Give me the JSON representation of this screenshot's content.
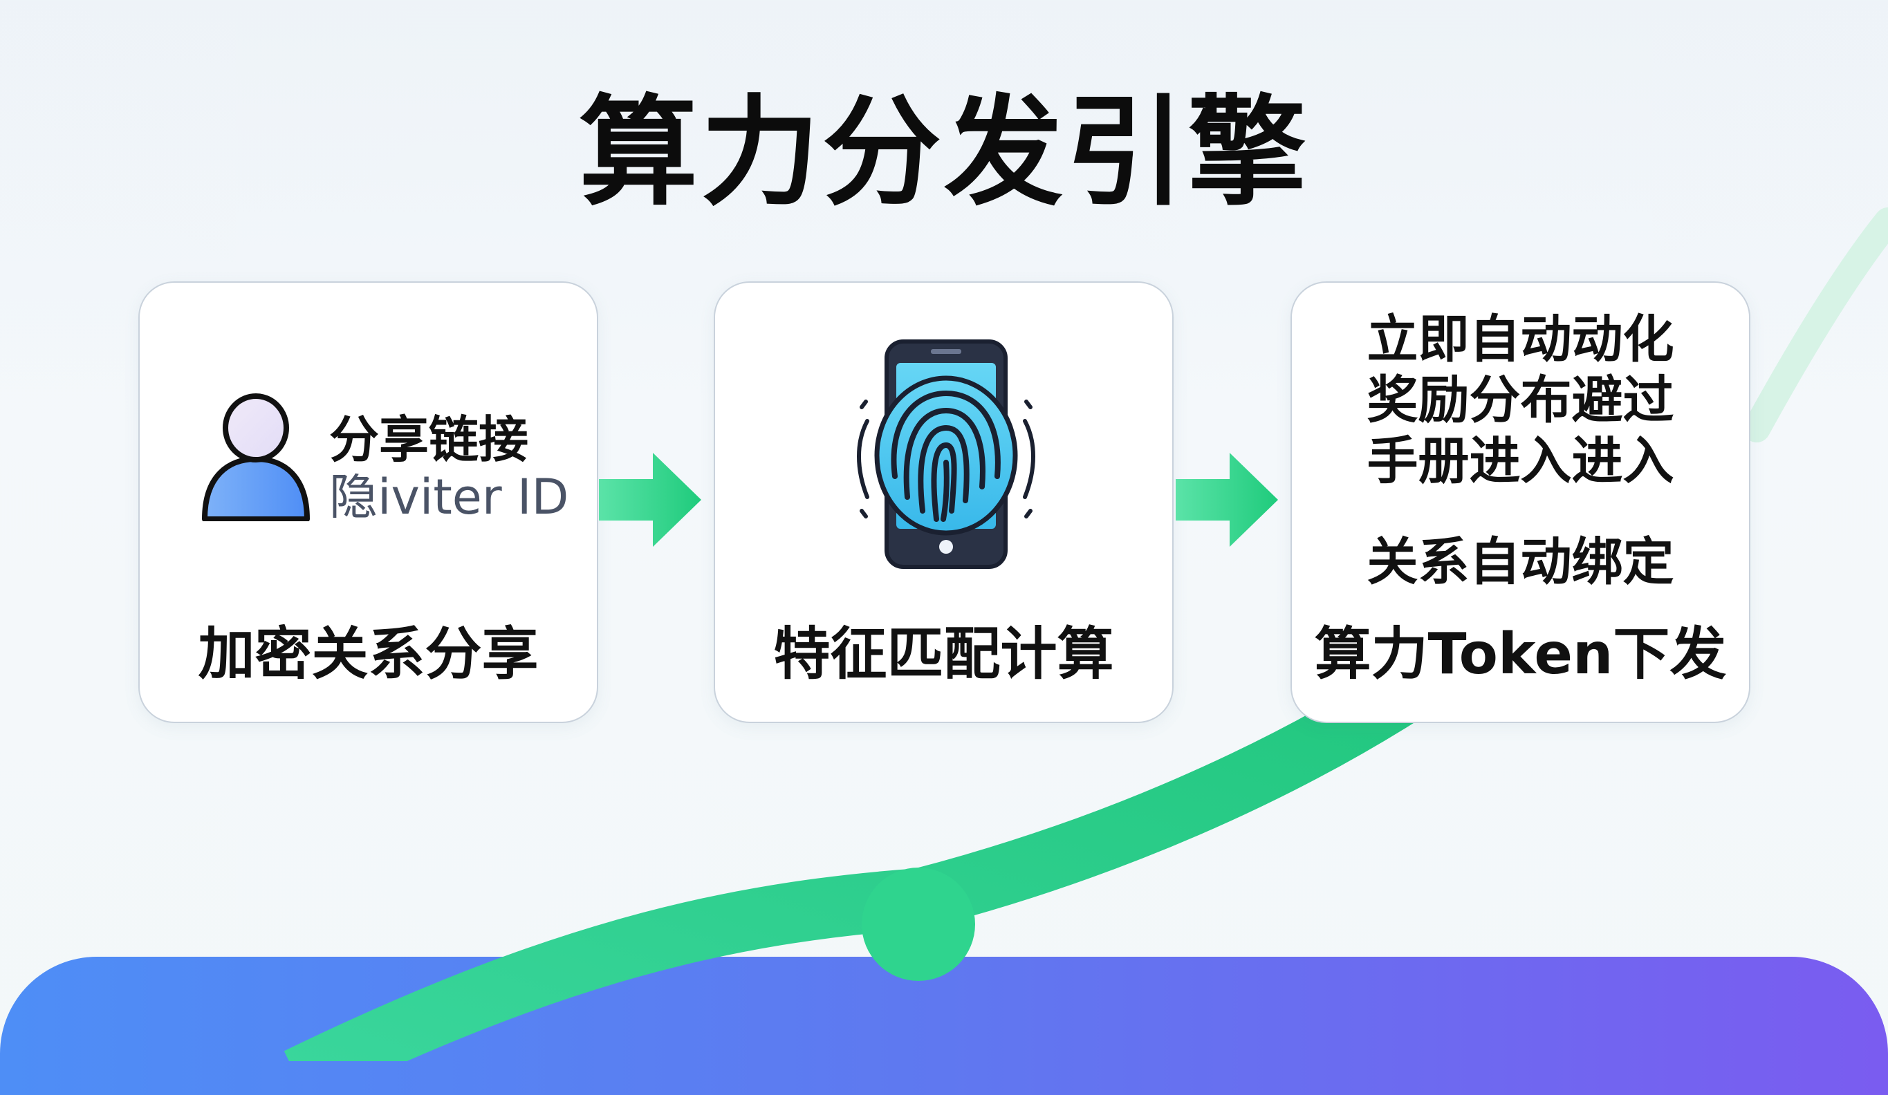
{
  "title": "算力分发引擎",
  "steps": [
    {
      "icon": "user-icon",
      "heading": "分享链接",
      "subheading": "隐iviter ID",
      "label": "加密关系分享"
    },
    {
      "icon": "fingerprint-phone-icon",
      "label": "特征匹配计算"
    },
    {
      "lines": [
        "立即自动动化",
        "奖励分布避过",
        "手册进入进入"
      ],
      "subline": "关系自动绑定",
      "label": "算力Token下发"
    }
  ],
  "colors": {
    "arrow": "#2fd38a",
    "curve": "#2ccf8c",
    "band_start": "#4e8ef6",
    "band_end": "#7a5cf0"
  }
}
